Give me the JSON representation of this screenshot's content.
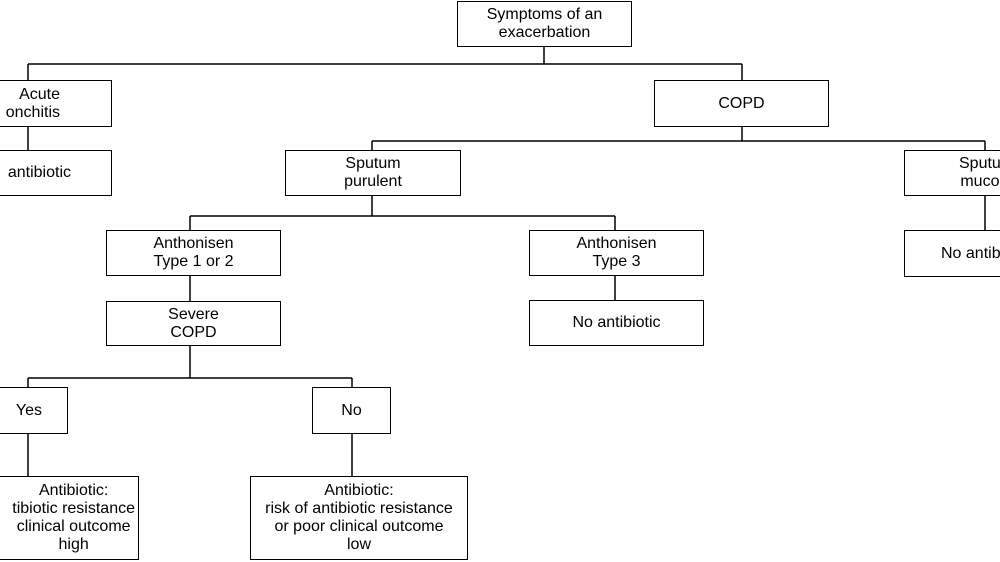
{
  "nodes": {
    "root": "Symptoms of an\nexacerbation",
    "acute_bronchitis": "Acute\nonchitis",
    "acute_antibiotic": "antibiotic",
    "copd": "COPD",
    "sputum_purulent": "Sputum\npurulent",
    "sputum_mucoid": "Sputu\nmuco",
    "mucoid_no_antibiotic": "No antib",
    "anthonisen_1_2": "Anthonisen\nType 1 or 2",
    "anthonisen_3": "Anthonisen\nType 3",
    "type3_no_antibiotic": "No antibiotic",
    "severe_copd": "Severe\nCOPD",
    "yes": "Yes",
    "no": "No",
    "yes_outcome": "Antibiotic:\ntibiotic resistance\nclinical outcome\nhigh",
    "no_outcome": "Antibiotic:\nrisk of antibiotic resistance\nor poor clinical outcome\nlow"
  },
  "colors": {
    "line": "#000000",
    "background": "#ffffff"
  }
}
